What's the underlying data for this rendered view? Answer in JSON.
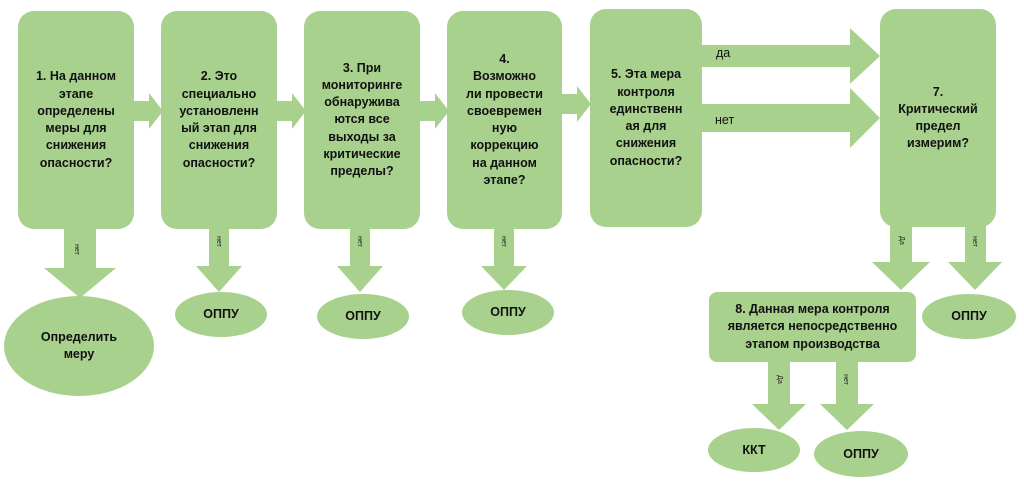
{
  "colors": {
    "box_fill": "#a9d18e",
    "arrow_fill": "#a9d18e",
    "text": "#111111"
  },
  "steps": [
    {
      "text": "1. На данном\nэтапе\nопределены\nмеры для\nснижения\nопасности?"
    },
    {
      "text": "2. Это\nспециально\nустановленн\nый этап для\nснижения\nопасности?"
    },
    {
      "text": "3. При\nмониторинге\nобнаружива\nются все\nвыходы за\nкритические\nпределы?"
    },
    {
      "text": "4.\nВозможно\nли провести\nсвоевремен\nную\nкоррекцию\nна данном\nэтапе?"
    },
    {
      "text": "5. Эта мера\nконтроля\nединственн\nая для\nснижения\nопасности?"
    },
    {
      "text": "7.\nКритический\nпредел\nизмерим?"
    }
  ],
  "step8": {
    "text": "8. Данная мера контроля\nявляется непосредственно\nэтапом  производства"
  },
  "outcomes": {
    "define_measure": "Определить\nмеру",
    "oppu": "ОППУ",
    "kkt": "ККТ"
  },
  "branch_labels": {
    "yes": "да",
    "no": "нет",
    "yes_small": "Да",
    "no_small": "нет"
  }
}
